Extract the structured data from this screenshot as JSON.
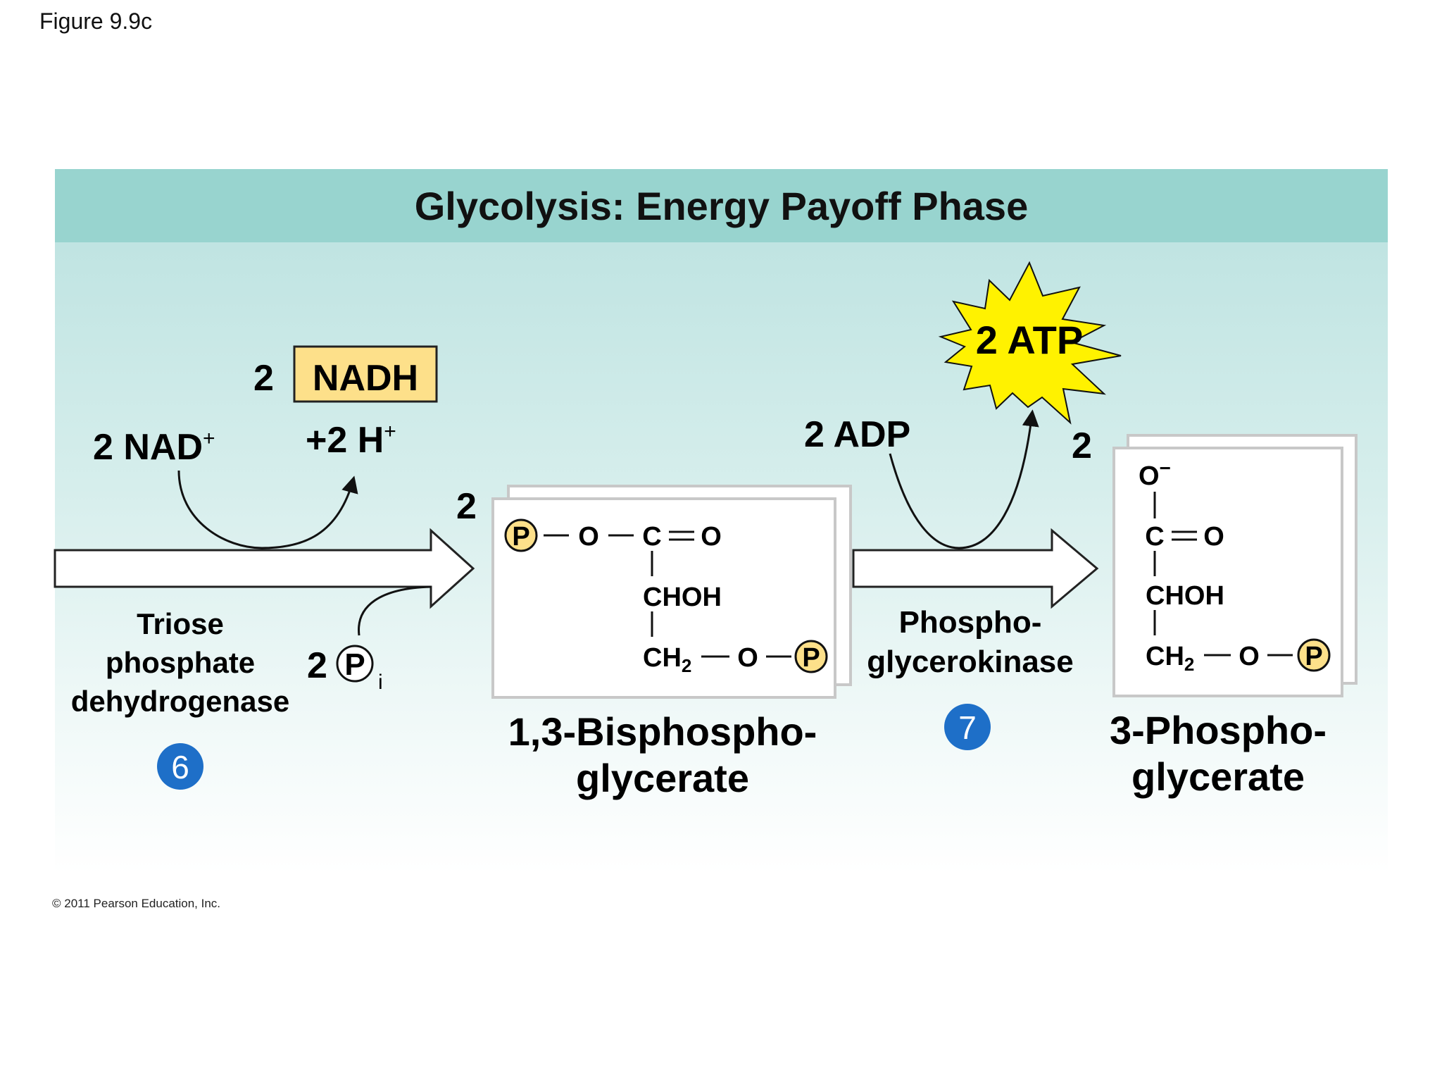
{
  "figure_label": "Figure 9.9c",
  "title": "Glycolysis: Energy Payoff Phase",
  "copyright": "© 2011 Pearson Education, Inc.",
  "step6": {
    "number": "6",
    "enzyme_lines": [
      "Triose",
      "phosphate",
      "dehydrogenase"
    ],
    "input_cofactor": "2 NAD",
    "input_cofactor_sup": "+",
    "output_coefficient": "2",
    "output_box": "NADH",
    "output_protons": "+2 H",
    "output_protons_sup": "+",
    "phosphate_coefficient": "2",
    "phosphate_symbol": "P",
    "phosphate_subscript": "i"
  },
  "product1": {
    "coefficient": "2",
    "name_lines": [
      "1,3-Bisphospho-",
      "glycerate"
    ],
    "structure": {
      "phosphate": "P",
      "o1": "O",
      "c1": "C",
      "o_double": "O",
      "row2": "CHOH",
      "row3_ch": "CH",
      "row3_sub": "2",
      "row3_o": "O",
      "row3_phosphate": "P"
    }
  },
  "step7": {
    "number": "7",
    "enzyme_lines": [
      "Phospho-",
      "glycerokinase"
    ],
    "input_cofactor": "2 ADP",
    "output_cofactor": "2 ATP"
  },
  "product2": {
    "coefficient": "2",
    "name_lines": [
      "3-Phospho-",
      "glycerate"
    ],
    "structure": {
      "o_minus": "O",
      "o_minus_sup": "−",
      "c1": "C",
      "o_double": "O",
      "row2": "CHOH",
      "row3_ch": "CH",
      "row3_sub": "2",
      "row3_o": "O",
      "row3_phosphate": "P"
    }
  },
  "colors": {
    "header": "#98d4cf",
    "nadh_box": "#fde08a",
    "atp_burst": "#fff200",
    "phosphate_circle": "#fde08a",
    "step_badge": "#1e6fc8"
  }
}
